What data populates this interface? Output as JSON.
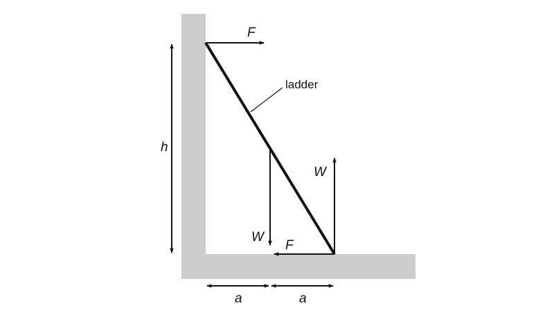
{
  "diagram": {
    "colors": {
      "wall": "#cccccc",
      "line": "#111111",
      "background": "#ffffff"
    },
    "labels": {
      "force_top": "F",
      "force_bottom": "F",
      "weight_down": "W",
      "weight_up": "W",
      "ladder": "ladder",
      "height": "h",
      "dist_left": "a",
      "dist_right": "a"
    }
  }
}
